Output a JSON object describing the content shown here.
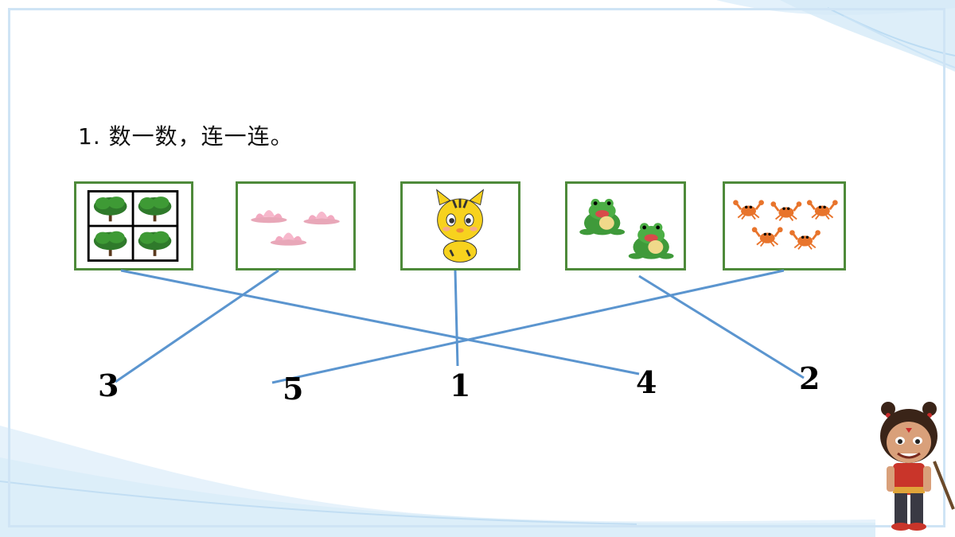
{
  "question": {
    "title": "1. 数一数，连一连。"
  },
  "cards": [
    {
      "name": "trees",
      "count": 4,
      "icon": "tree-icon"
    },
    {
      "name": "lotus",
      "count": 3,
      "icon": "lotus-icon"
    },
    {
      "name": "tiger",
      "count": 1,
      "icon": "tiger-icon"
    },
    {
      "name": "frogs",
      "count": 2,
      "icon": "frog-icon"
    },
    {
      "name": "crabs",
      "count": 5,
      "icon": "crab-icon"
    }
  ],
  "numbers": [
    "3",
    "5",
    "1",
    "4",
    "2"
  ],
  "colors": {
    "card_border": "#4e8a3a",
    "line": "#5b95cf",
    "frame": "#cfe4f5"
  }
}
